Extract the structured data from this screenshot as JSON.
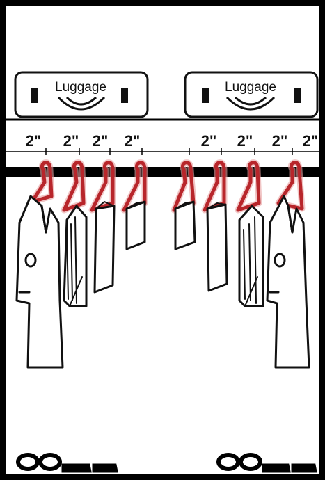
{
  "luggage": [
    {
      "label": "Luggage"
    },
    {
      "label": "Luggage"
    }
  ],
  "hanger_spacing": [
    {
      "label": "2\""
    },
    {
      "label": "2\""
    },
    {
      "label": "2\""
    },
    {
      "label": "2\""
    },
    {
      "label": "2\""
    },
    {
      "label": "2\""
    },
    {
      "label": "2\""
    },
    {
      "label": "2\""
    }
  ],
  "colors": {
    "frame": "#000000",
    "hanger": "#b8262b",
    "hanger_glow": "#e8a0a0",
    "garment": "#111111",
    "background": "#ffffff"
  }
}
